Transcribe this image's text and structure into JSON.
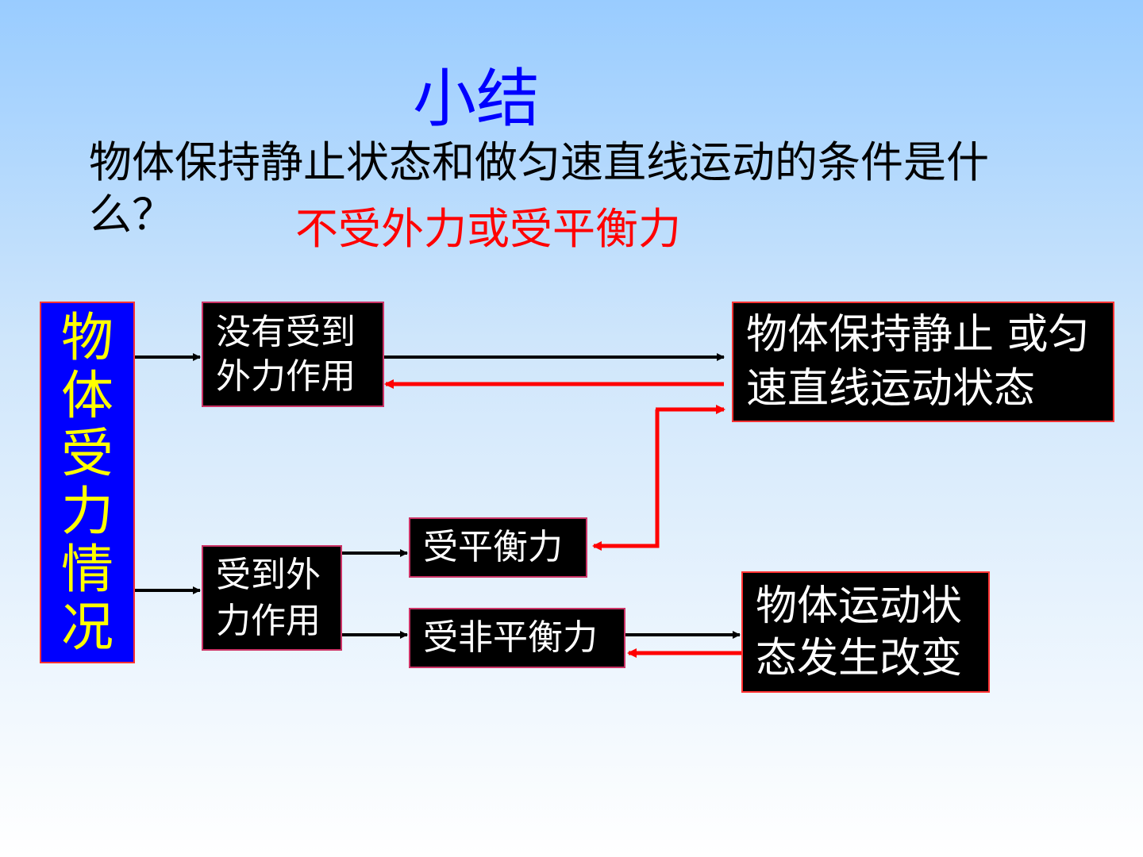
{
  "slide": {
    "title": "小结",
    "question": "物体保持静止状态和做匀速直线运动的条件是什么？",
    "answer": "不受外力或受平衡力"
  },
  "diagram": {
    "nodes": {
      "force_situation": "物体受力情况",
      "no_external_force": "没有受到外力作用",
      "external_force": "受到外力作用",
      "balanced_force": "受平衡力",
      "unbalanced_force": "受非平衡力",
      "static_or_uniform": "物体保持静止 或匀速直线运动状态",
      "state_change": "物体运动状态发生改变"
    },
    "edges": [
      {
        "from": "force_situation",
        "to": "no_external_force",
        "color": "black"
      },
      {
        "from": "force_situation",
        "to": "external_force",
        "color": "black"
      },
      {
        "from": "no_external_force",
        "to": "static_or_uniform",
        "color": "black"
      },
      {
        "from": "static_or_uniform",
        "to": "no_external_force",
        "color": "red"
      },
      {
        "from": "balanced_force",
        "to": "static_or_uniform",
        "color": "red"
      },
      {
        "from": "external_force",
        "to": "balanced_force",
        "color": "black"
      },
      {
        "from": "external_force",
        "to": "unbalanced_force",
        "color": "black"
      },
      {
        "from": "unbalanced_force",
        "to": "state_change",
        "color": "black"
      },
      {
        "from": "state_change",
        "to": "unbalanced_force",
        "color": "red"
      }
    ]
  },
  "colors": {
    "title": "#0000ff",
    "answer": "#ff0000",
    "vertical_box": "#0000ff",
    "vertical_text": "#ffff00",
    "box_fill": "#000000",
    "red_arrow": "#ff0000"
  }
}
